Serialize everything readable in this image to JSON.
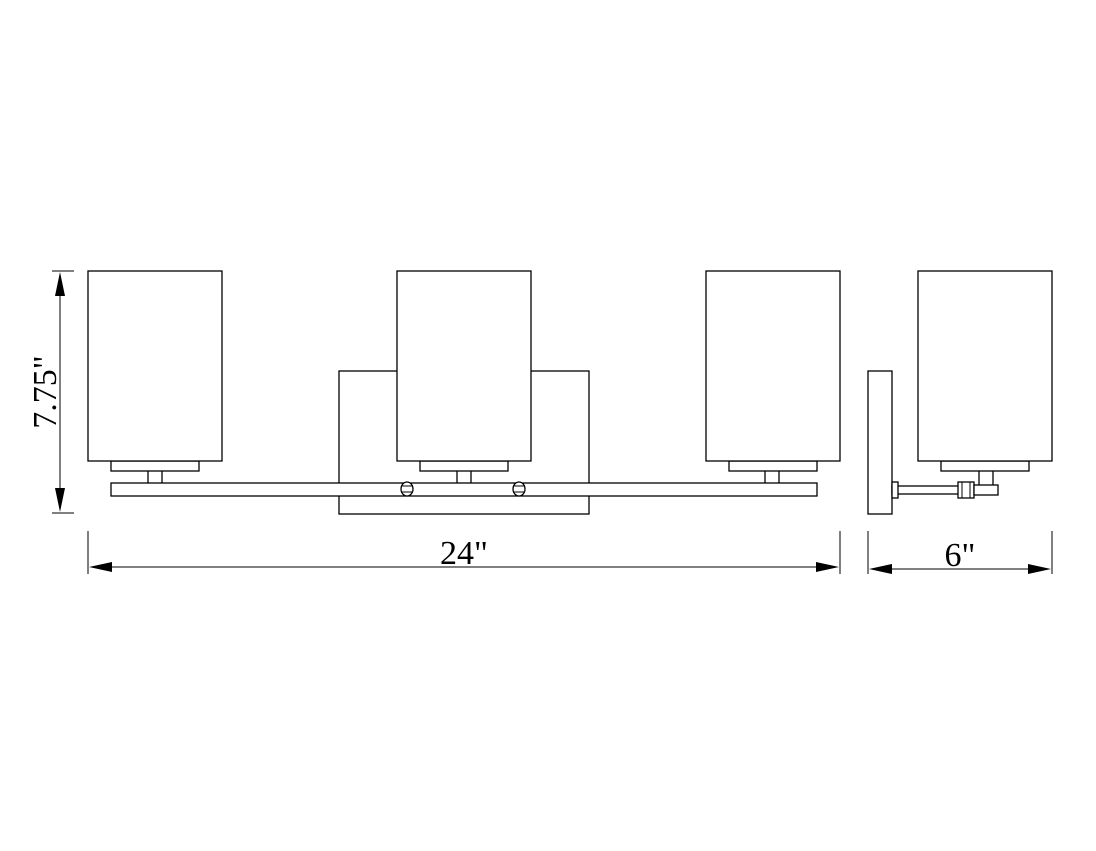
{
  "dimensions": {
    "height_label": "7.75\"",
    "width_label": "24\"",
    "depth_label": "6\""
  },
  "colors": {
    "line": "#000000",
    "background": "#ffffff"
  }
}
